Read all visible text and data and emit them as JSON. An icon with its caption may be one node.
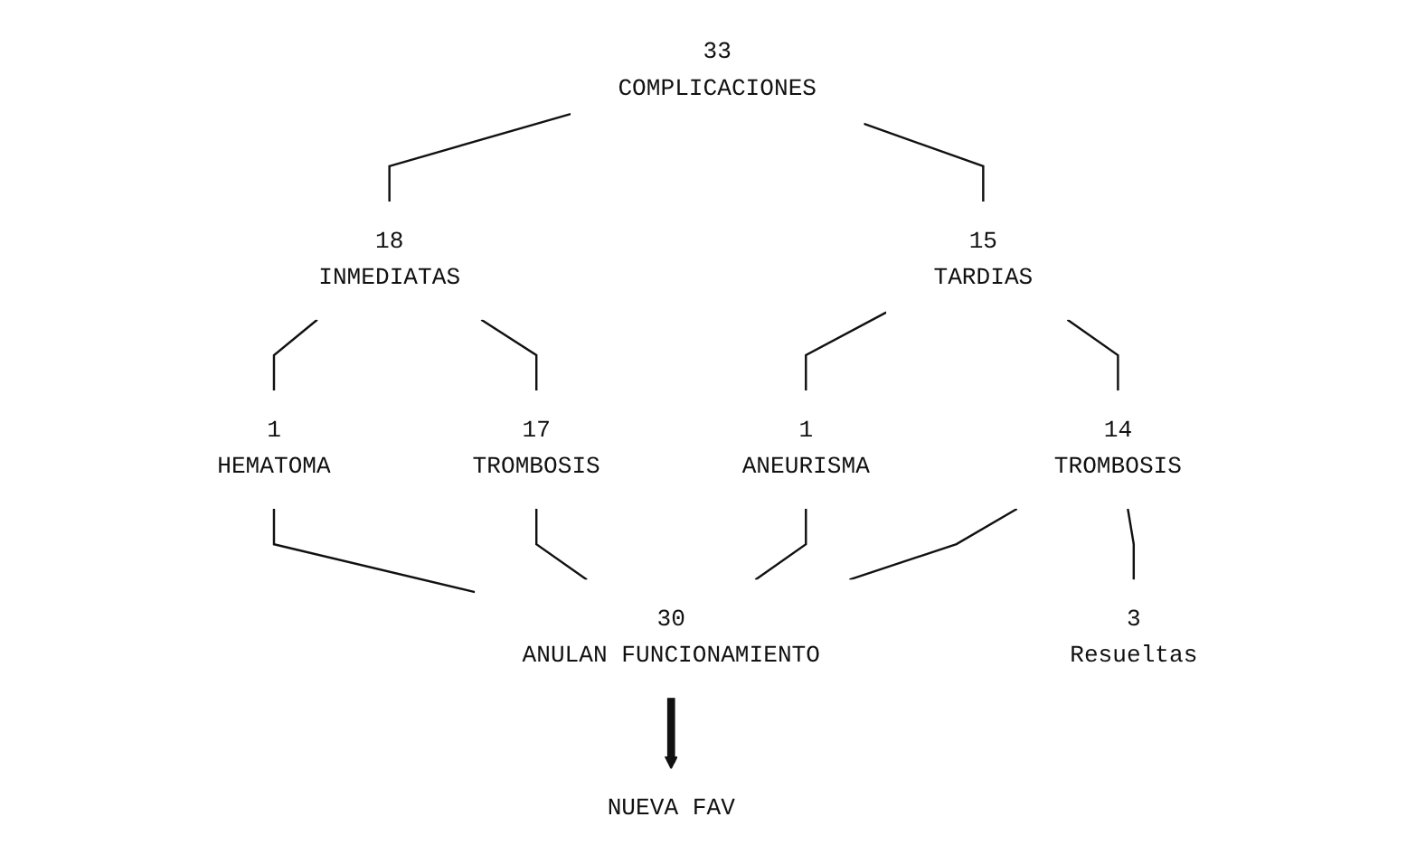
{
  "diagram": {
    "nodes": [
      {
        "text": [
          "33",
          "COMPLICACIONES"
        ]
      },
      {
        "text": [
          "18",
          "INMEDIATAS"
        ]
      },
      {
        "text": [
          "15",
          "TARDIAS"
        ]
      },
      {
        "text": [
          "1",
          "HEMATOMA"
        ]
      },
      {
        "text": [
          "17",
          "TROMBOSIS"
        ]
      },
      {
        "text": [
          "1",
          "ANEURISMA"
        ]
      },
      {
        "text": [
          "14",
          "TROMBOSIS"
        ]
      },
      {
        "text": [
          "3",
          "Resueltas"
        ]
      },
      {
        "text": [
          "30",
          "ANULAN FUNCIONAMIENTO"
        ]
      },
      {
        "text": [
          "NUEVA FAV"
        ]
      }
    ],
    "edges": [
      {
        "from": 0,
        "to": 1,
        "arrow": "none"
      },
      {
        "from": 0,
        "to": 2,
        "arrow": "none"
      },
      {
        "from": 1,
        "to": 3,
        "arrow": "none"
      },
      {
        "from": 1,
        "to": 4,
        "arrow": "none"
      },
      {
        "from": 2,
        "to": 5,
        "arrow": "none"
      },
      {
        "from": 2,
        "to": 6,
        "arrow": "none"
      },
      {
        "from": 6,
        "to": 7,
        "arrow": "none"
      },
      {
        "from": 3,
        "to": 8,
        "arrow": "none"
      },
      {
        "from": 4,
        "to": 8,
        "arrow": "none"
      },
      {
        "from": 5,
        "to": 8,
        "arrow": "none"
      },
      {
        "from": 6,
        "to": 8,
        "arrow": "none"
      },
      {
        "from": 8,
        "to": 9,
        "arrow": "to",
        "style": "thick"
      }
    ]
  }
}
